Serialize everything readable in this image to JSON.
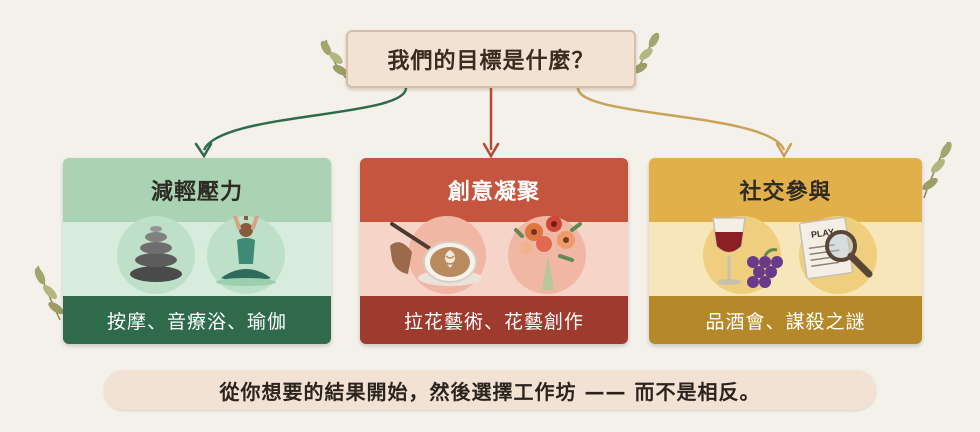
{
  "root": {
    "title": "我們的目標是什麼？"
  },
  "branches": [
    {
      "title": "減輕壓力",
      "subtitle": "按摩、音療浴、瑜伽",
      "icons": [
        "stacked-stones-icon",
        "yoga-person-icon"
      ]
    },
    {
      "title": "創意凝聚",
      "subtitle": "拉花藝術、花藝創作",
      "icons": [
        "latte-art-icon",
        "flower-bouquet-icon"
      ]
    },
    {
      "title": "社交參與",
      "subtitle": "品酒會、謀殺之謎",
      "icons": [
        "wine-grapes-icon",
        "mystery-magnifier-icon"
      ]
    }
  ],
  "mystery_card_label": "PLAY",
  "footer": {
    "text": "從你想要的結果開始，然後選擇工作坊 —— 而不是相反。"
  },
  "colors": {
    "green": "#2f6b4a",
    "red": "#9e3b2e",
    "gold": "#b5892a",
    "background": "#f4f1ea"
  }
}
